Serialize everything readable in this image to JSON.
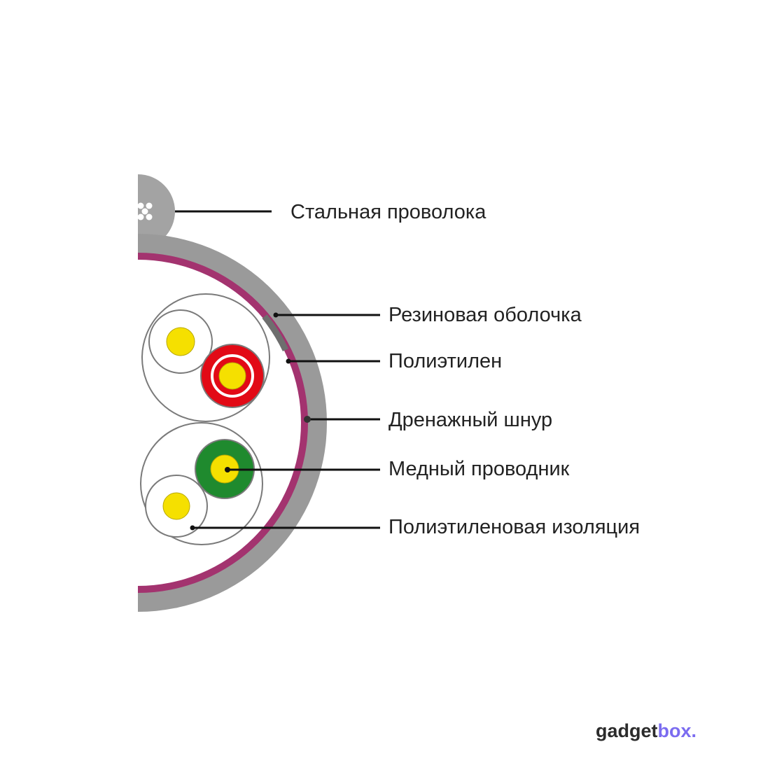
{
  "labels": {
    "steel_wire": "Стальная проволока",
    "rubber_sheath": "Резиновая оболочка",
    "polyethylene": "Полиэтилен",
    "drain_cord": "Дренажный шнур",
    "copper_conductor": "Медный проводник",
    "pe_insulation": "Полиэтиленовая изоляция"
  },
  "logo": {
    "part1": "gadget",
    "part2": "box."
  },
  "colors": {
    "sheath_gray": "#9a9a9a",
    "drain_purple": "#a3336f",
    "leader_line": "#111111",
    "conductor_yellow": "#f5e000",
    "red_insulation": "#e20a16",
    "green_insulation": "#1f8a2e",
    "logo_accent": "#7b6cf0"
  }
}
